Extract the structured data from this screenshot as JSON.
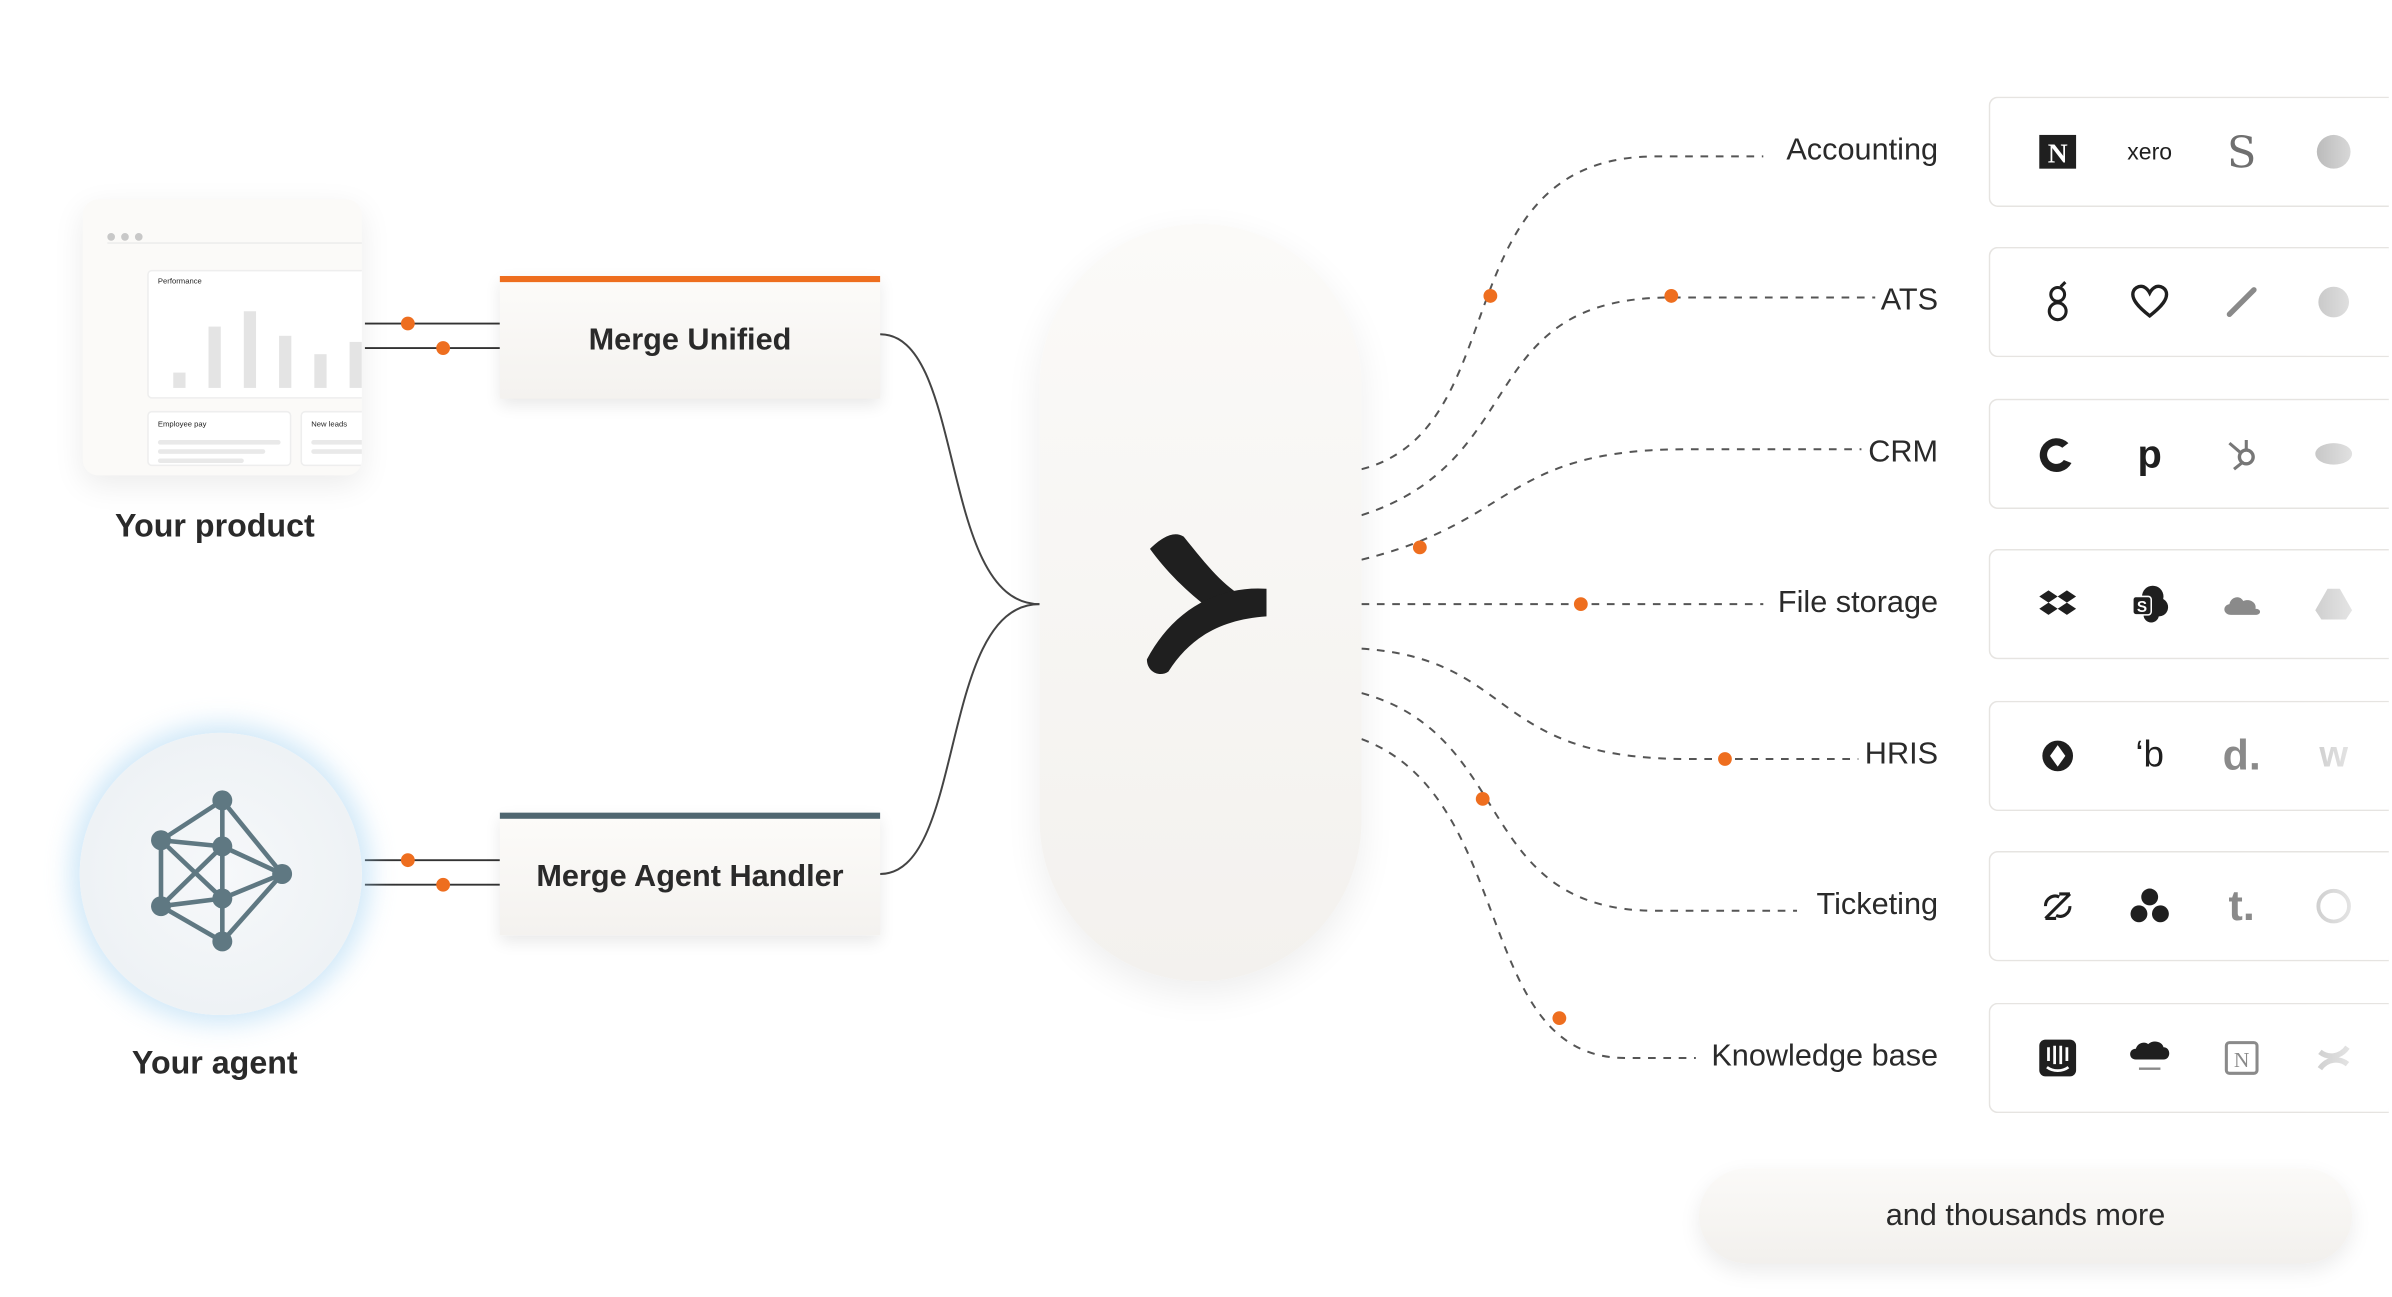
{
  "left": {
    "product_label": "Your product",
    "agent_label": "Your agent",
    "mockup": {
      "chart_title": "Performance",
      "card1_title": "Employee pay",
      "card2_title": "New leads"
    }
  },
  "products": {
    "unified": "Merge Unified",
    "agent_handler": "Merge Agent Handler"
  },
  "categories": [
    {
      "label": "Accounting",
      "logos": [
        "netsuite-logo",
        "xero-logo",
        "sage-logo",
        "quickbooks-logo"
      ]
    },
    {
      "label": "ATS",
      "logos": [
        "greenhouse-logo",
        "heart-logo",
        "lever-logo",
        "ashby-logo"
      ]
    },
    {
      "label": "CRM",
      "logos": [
        "copper-logo",
        "pipedrive-logo",
        "hubspot-logo",
        "salesforce-logo"
      ]
    },
    {
      "label": "File storage",
      "logos": [
        "dropbox-logo",
        "sharepoint-logo",
        "onedrive-logo",
        "google-drive-logo"
      ]
    },
    {
      "label": "HRIS",
      "logos": [
        "hibob-logo",
        "bamboohr-logo",
        "deel-logo",
        "workday-logo"
      ]
    },
    {
      "label": "Ticketing",
      "logos": [
        "zendesk-logo",
        "asana-logo",
        "teamwork-logo",
        "github-logo"
      ]
    },
    {
      "label": "Knowledge base",
      "logos": [
        "intercom-logo",
        "salesforce-knowledge-logo",
        "notion-logo",
        "confluence-logo"
      ]
    }
  ],
  "more_label": "and thousands more",
  "colors": {
    "accent": "#ee6e1f",
    "agent_accent": "#4f6670",
    "agent_graph": "#5f7882",
    "line": "#555555"
  }
}
